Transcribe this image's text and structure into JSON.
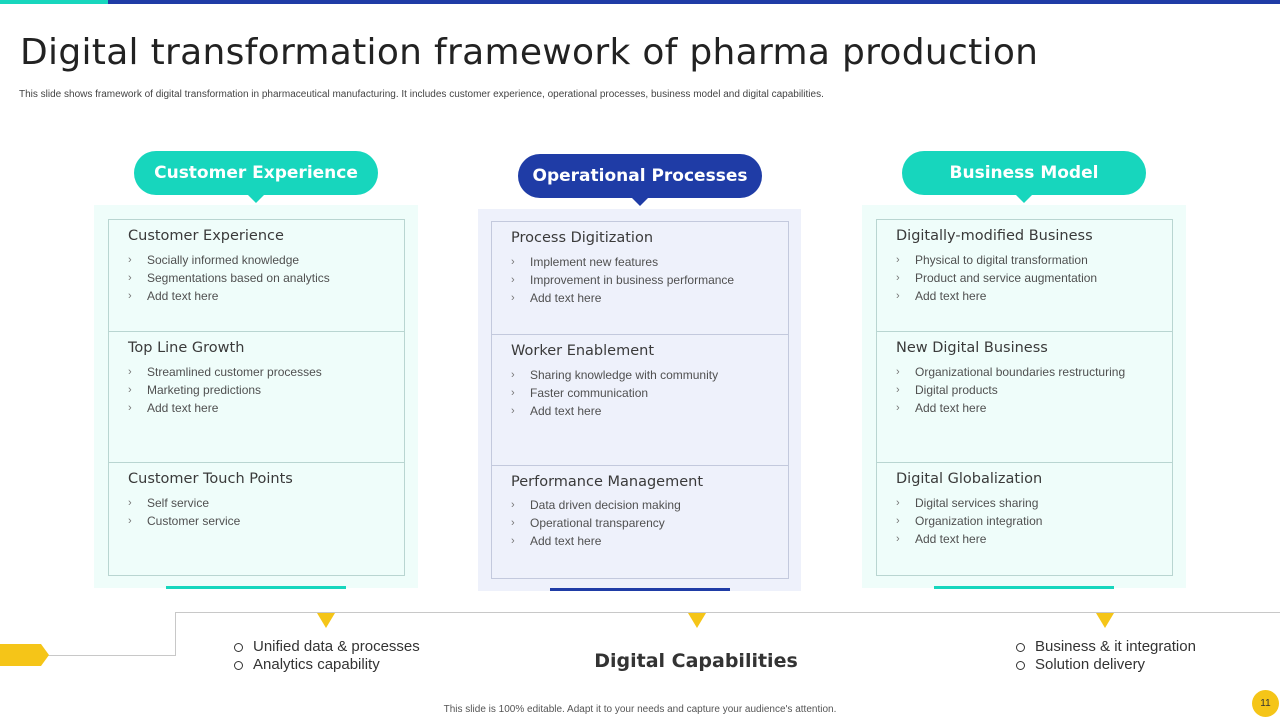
{
  "title": "Digital transformation framework of pharma production",
  "subtitle": "This slide shows framework of digital transformation in pharmaceutical manufacturing. It includes customer experience, operational processes, business model and digital capabilities.",
  "colors": {
    "teal": "#17d6bd",
    "navy": "#1f3ca6",
    "yellow": "#f5c518",
    "tealBg": "#effdfa",
    "blueBg": "#eef1fb"
  },
  "columns": [
    {
      "header": "Customer Experience",
      "sections": [
        {
          "title": "Customer Experience",
          "bullets": [
            "Socially informed knowledge",
            "Segmentations based on analytics",
            "Add text here"
          ]
        },
        {
          "title": "Top Line Growth",
          "bullets": [
            "Streamlined customer processes",
            "Marketing predictions",
            "Add text here"
          ]
        },
        {
          "title": "Customer Touch Points",
          "bullets": [
            "Self service",
            "Customer service"
          ]
        }
      ]
    },
    {
      "header": "Operational Processes",
      "sections": [
        {
          "title": "Process Digitization",
          "bullets": [
            "Implement new  features",
            "Improvement in business performance",
            "Add text here"
          ]
        },
        {
          "title": "Worker Enablement",
          "bullets": [
            "Sharing knowledge with community",
            "Faster communication",
            "Add text here"
          ]
        },
        {
          "title": "Performance Management",
          "bullets": [
            "Data driven decision making",
            "Operational transparency",
            "Add text here"
          ]
        }
      ]
    },
    {
      "header": "Business Model",
      "sections": [
        {
          "title": "Digitally-modified Business",
          "bullets": [
            "Physical to digital transformation",
            "Product and service augmentation",
            "Add text here"
          ]
        },
        {
          "title": "New Digital Business",
          "bullets": [
            "Organizational boundaries restructuring",
            "Digital products",
            "Add text here"
          ]
        },
        {
          "title": "Digital Globalization",
          "bullets": [
            "Digital services sharing",
            "Organization integration",
            "Add text here"
          ]
        }
      ]
    }
  ],
  "capabilities": {
    "title": "Digital Capabilities",
    "left": [
      "Unified data & processes",
      "Analytics capability"
    ],
    "right": [
      "Business & it integration",
      "Solution delivery"
    ]
  },
  "footer": "This slide is 100% editable.  Adapt it to your needs and capture your audience's attention.",
  "page_number": "11"
}
